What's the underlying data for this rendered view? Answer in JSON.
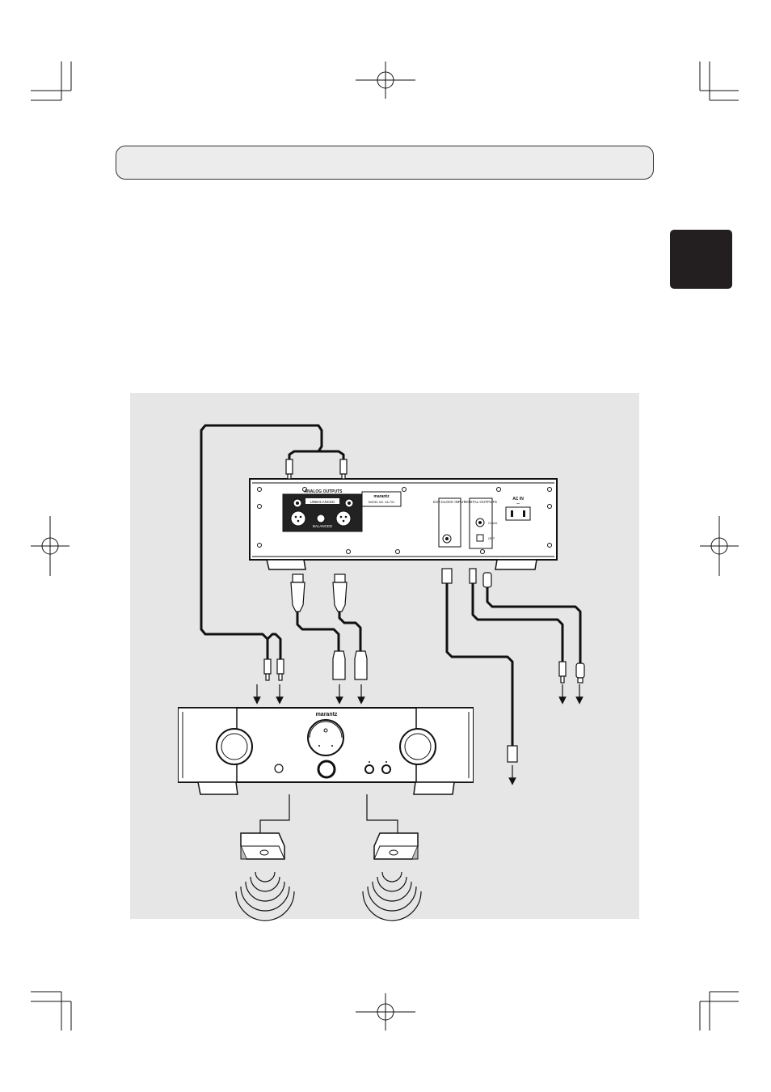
{
  "brand": {
    "cd_player": "marantz",
    "amplifier": "marantz"
  },
  "cd_player_rear_panel": {
    "analog_outputs_label": "ANALOG OUTPUTS",
    "unbalanced_label": "UNBALANCED",
    "balanced_label": "BALANCED",
    "model_label": "MODEL NO. SA-7S1",
    "ext_clock_input_label": "EXT.CLOCK INPUT",
    "digital_outputs_label": "DIGITAL OUTPUTS",
    "coax_label": "COAX.",
    "opt_label": "OPT.",
    "ac_in_label": "AC IN",
    "ac_symbol": "~"
  }
}
